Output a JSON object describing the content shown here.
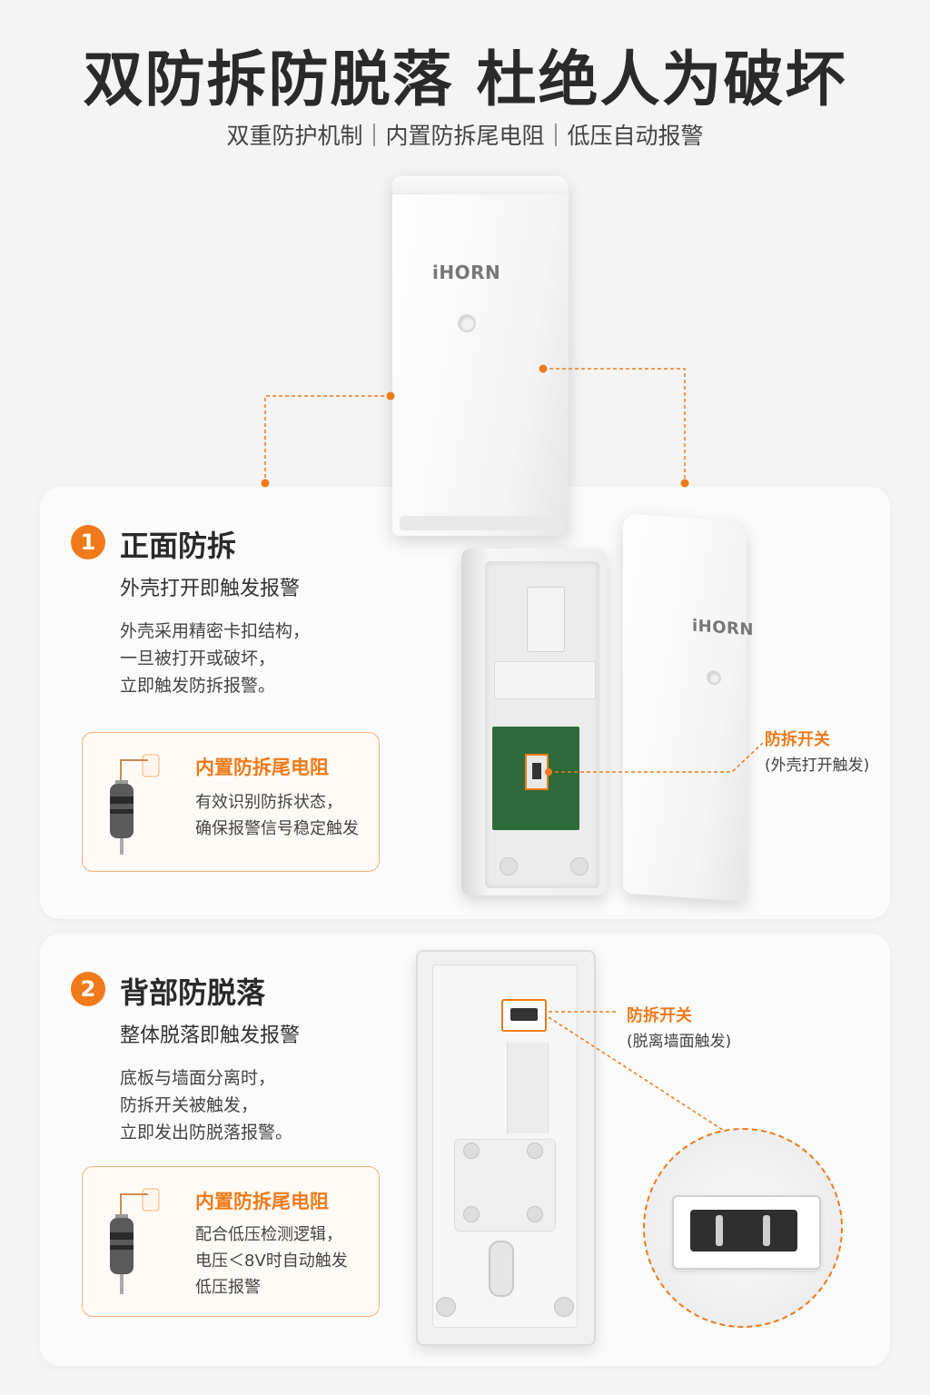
{
  "header": {
    "title": "双防拆防脱落 杜绝人为破坏",
    "subtitle": "双重防护机制｜内置防拆尾电阻｜低压自动报警"
  },
  "device": {
    "brand": "iHORN"
  },
  "section1": {
    "number": "1",
    "title": "正面防拆",
    "subtitle": "外壳打开即触发报警",
    "body": "外壳采用精密卡扣结构，\n一旦被打开或破坏，\n立即触发防拆报警。",
    "resistor": {
      "title": "内置防拆尾电阻",
      "text": "有效识别防拆状态，\n确保报警信号稳定触发"
    },
    "callout": {
      "title": "防拆开关",
      "sub": "(外壳打开触发)"
    }
  },
  "section2": {
    "number": "2",
    "title": "背部防脱落",
    "subtitle": "整体脱落即触发报警",
    "body": "底板与墙面分离时，\n防拆开关被触发，\n立即发出防脱落报警。",
    "resistor": {
      "title": "内置防拆尾电阻",
      "text": "配合低压检测逻辑，\n电压＜8V时自动触发\n低压报警"
    },
    "callout": {
      "title": "防拆开关",
      "sub": "(脱离墙面触发)"
    }
  },
  "colors": {
    "accent": "#f07a1a",
    "background": "#f4f4f4",
    "card": "#fbfbfb"
  }
}
